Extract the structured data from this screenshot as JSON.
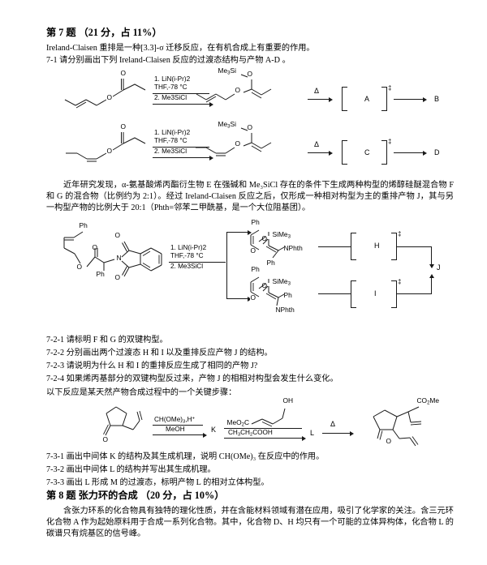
{
  "document": {
    "section7": {
      "heading": "第 7 题 （21 分，占 11%）",
      "intro": "Ireland-Claisen 重排是一种[3.3]-σ 迁移反应，在有机合成上有重要的作用。",
      "q71": "7-1 请分别画出下列 Ireland-Claisen 反应的过渡态结构与产物 A-D 。",
      "para2": "近年研究发现，α-氨基酸烯丙酯衍生物 E 在强碱和 Me₃SiCl 存在的条件下生成两种构型的烯醇硅醚混合物 F 和 G 的混合物（比例约为 2:1）。经过 Ireland-Claisen 反应之后，仅形成一种相对构型为主的重排产物 J，其与另一构型产物的比例大于 20:1（Phth=邻苯二甲酰基，是一个大位阻基团）。",
      "q721": "7-2-1 请标明 F 和 G 的双键构型。",
      "q722": "7-2-2 分别画出两个过渡态 H 和 I 以及重排反应产物 J 的结构。",
      "q723": "7-2-3 请说明为什么 H 和 I 的重排反应生成了相同的产物 J?",
      "q724": "7-2-4 如果烯丙基部分的双键构型反过来，产物 J 的相相对构型会发生什么变化。",
      "para3": "以下反应是某天然产物合成过程中的一个关键步骤：",
      "q731": "7-3-1 画出中间体 K 的结构及其生成机理，说明 CH(OMe)₃ 在反应中的作用。",
      "q732": "7-3-2 画出中间体 L 的结构并写出其生成机理。",
      "q733": "7-3-3 画出 L 形成 M 的过渡态，标明产物 L 的相对立体构型。"
    },
    "section8": {
      "heading": "第 8 题 张力环的合成 （20 分，占 10%）",
      "para1": "含张力环系的化合物具有独特的理化性质，并在含能材料领域有潜在应用，吸引了化学家的关注。含三元环化合物 A 作为起始原料用于合成一系列化合物。其中，化合物 D、H 均只有一个可能的立体异构体，化合物 L 的碳谱只有烷基区的信号峰。"
    }
  },
  "schemes": {
    "scheme1": {
      "conditions_line1": "1. LiN(i-Pr)2",
      "conditions_line2": "THF,-78 °C",
      "conditions_line3": "2. Me3SiCl",
      "heat_symbol": "Δ",
      "silyl_label": "Me3Si",
      "atom_O": "O",
      "intermediate_A": "A",
      "product_B": "B",
      "dagger": "‡"
    },
    "scheme2": {
      "conditions_line1": "1. LiN(i-Pr)2",
      "conditions_line2": "THF,-78 °C",
      "conditions_line3": "2. Me3SiCl",
      "heat_symbol": "Δ",
      "silyl_label": "Me3Si",
      "atom_O": "O",
      "intermediate_C": "C",
      "product_D": "D",
      "dagger": "‡"
    },
    "scheme3": {
      "conditions_line1": "1. LiN(i-Pr)2",
      "conditions_line2": "THF,-78 °C",
      "conditions_line3": "2. Me3SiCl",
      "label_Ph": "Ph",
      "label_O": "O",
      "label_N": "N",
      "label_SiMe3": "SiMe3",
      "label_NPhth": "NPhth",
      "intermediate_H": "H",
      "intermediate_I": "I",
      "product_J": "J",
      "dagger": "‡"
    },
    "scheme4": {
      "conditions1_top": "CH(OMe)3,H+",
      "conditions1_bottom": "MeOH",
      "intermediate_K": "K",
      "conditions2_top": "MeO2C",
      "conditions2_bottom": "CH3CH2COOH",
      "label_OH": "OH",
      "intermediate_L": "L",
      "heat_symbol": "Δ",
      "label_CO2Me": "CO2Me",
      "label_O": "O"
    }
  }
}
